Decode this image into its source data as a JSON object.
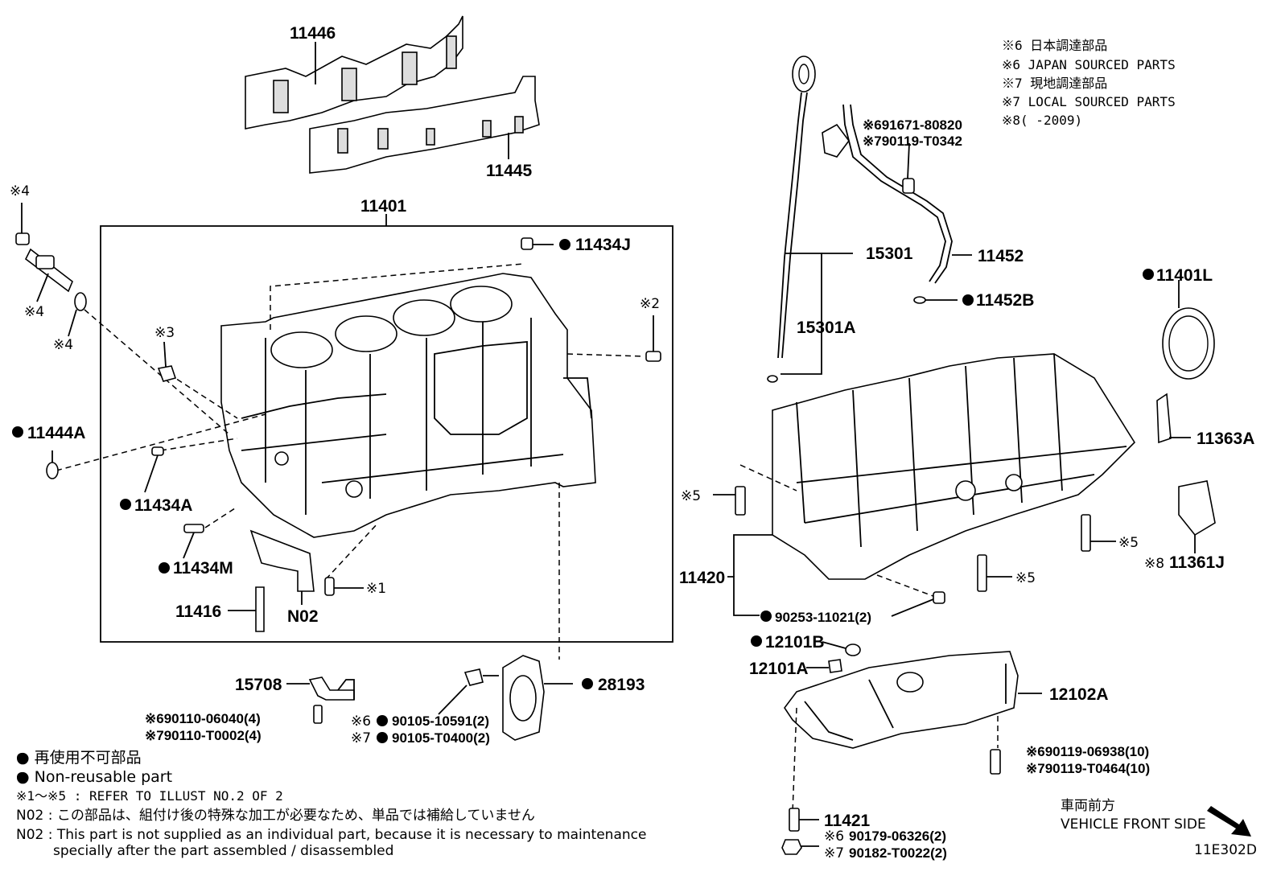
{
  "legend_top_right": [
    "※6 日本調達部品",
    "※6 JAPAN SOURCED PARTS",
    "※7 現地調達部品",
    "※7 LOCAL SOURCED PARTS",
    "※8(     -2009)"
  ],
  "parts": {
    "p11446": "11446",
    "p11445": "11445",
    "p11401": "11401",
    "p11434J": "11434J",
    "p11444A": "11444A",
    "p11434A": "11434A",
    "p11434M": "11434M",
    "p11416": "11416",
    "pN02": "N02",
    "p15708": "15708",
    "p28193": "28193",
    "p15301": "15301",
    "p15301A": "15301A",
    "p11452": "11452",
    "p11452B": "11452B",
    "p11401L": "11401L",
    "p11363A": "11363A",
    "p11361J": "11361J",
    "p11420": "11420",
    "p90253": "90253-11021(2)",
    "p12101B": "12101B",
    "p12101A": "12101A",
    "p12102A": "12102A",
    "p11421": "11421",
    "p9016_1": "※691671-80820",
    "p9017_1": "※790119-T0342",
    "p9016_2": "※690110-06040(4)",
    "p9017_2": "※790110-T0002(4)",
    "p9016_3": "90105-10591(2)",
    "p9017_3": "90105-T0400(2)",
    "p9016_4": "※690119-06938(10)",
    "p9017_4": "※790119-T0464(10)",
    "p9016_5": "90179-06326(2)",
    "p9017_5": "90182-T0022(2)",
    "mark6": "※6",
    "mark7": "※7",
    "mark8": "※8",
    "ast1": "※1",
    "ast2": "※2",
    "ast3": "※3",
    "ast4a": "※4",
    "ast4b": "※4",
    "ast4c": "※4",
    "ast5a": "※5",
    "ast5b": "※5",
    "ast5c": "※5"
  },
  "notes": [
    "● 再使用不可部品",
    "● Non-reusable part",
    "※1～※5 : REFER TO ILLUST NO.2 OF 2",
    "N02 : この部品は、組付け後の特殊な加工が必要なため、単品では補給していません",
    "N02 : This part is not supplied as an individual part, because it is necessary to maintenance",
    "specially after the part assembled / disassembled"
  ],
  "direction": {
    "jp": "車両前方",
    "en": "VEHICLE FRONT SIDE"
  },
  "illust_code": "11E302D"
}
